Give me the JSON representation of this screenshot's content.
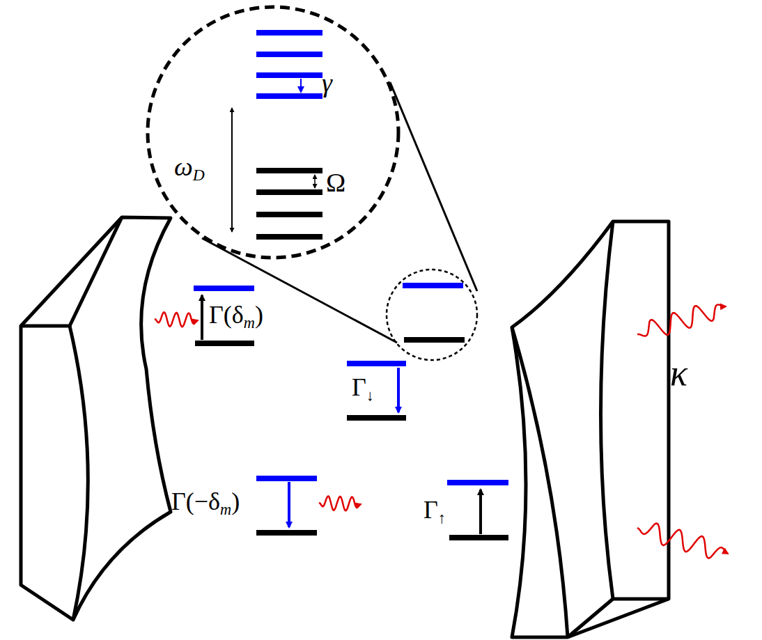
{
  "diagram": {
    "labels": [
      "γ",
      "ωD",
      "Ω",
      "Γ(δm)",
      "Γ↓",
      "Γ(−δm)",
      "Γ↑",
      "κ"
    ]
  }
}
